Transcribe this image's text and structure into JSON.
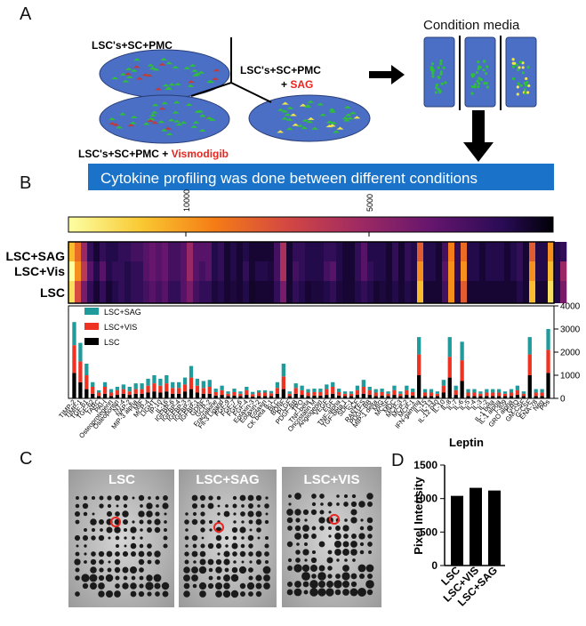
{
  "panels": {
    "a": "A",
    "b": "B",
    "c": "C",
    "d": "D"
  },
  "panel_a": {
    "dish_top_left": "LSC's+SC+PMC",
    "dish_right_line1": "LSC's+SC+PMC",
    "dish_right_line2_prefix": "+ ",
    "dish_right_line2_drug": "SAG",
    "dish_bottom_prefix": "LSC's+SC+PMC + ",
    "dish_bottom_drug": "Vismodigib",
    "condition_media": "Condition media",
    "banner": "Cytokine profiling was done between different conditions",
    "drug_color": "#e8261f",
    "banner_color": "#1a73c8",
    "dish_color": "#4a6fc4"
  },
  "panel_b": {
    "colorbar_ticks": [
      "10000",
      "5000"
    ],
    "heatmap_rows": [
      "LSC+SAG",
      "LSC+Vis",
      "LSC"
    ],
    "legend": [
      {
        "name": "LSC+SAG",
        "color": "#1f9b9b"
      },
      {
        "name": "LSC+VIS",
        "color": "#ee3322"
      },
      {
        "name": "LSC",
        "color": "#000000"
      }
    ],
    "highlight_label": "Leptin"
  },
  "chart_data": [
    {
      "type": "bar",
      "stacked": true,
      "categories": [
        "TIMP-2",
        "TIMP-1",
        "TGF-b1",
        "TGF-b2",
        "TARC",
        "PAI-I",
        "Osteoprotegerin",
        "Osteopontin",
        "NT-4",
        "NAP-2",
        "MIP-3 alpha",
        "MIF",
        "MCP-4",
        "LIGHT",
        "IP-10",
        "IL-16",
        "IGFBP-6",
        "IGFBP-4",
        "IGFBP-3",
        "IGFBP-2",
        "IGFBP-1",
        "GDNF",
        "GCP-2",
        "Fractalkine",
        "Flt-3 Ligand",
        "FGF-9",
        "FGF-7",
        "FGF-6",
        "FGF-4",
        "Eotaxin-3",
        "Eotaxin-2",
        "Eotaxin",
        "CK beta 8-1",
        "BLC",
        "BDNF",
        "PLGF",
        "PDGF-BB",
        "TPO",
        "TNF-beta",
        "Oncostatin M",
        "Angiogenin",
        "VEGF",
        "EGF",
        "TNF-alpha",
        "TGF-beta 1",
        "SDF-1",
        "SCF",
        "RANTES",
        "PDGF-BB",
        "MIP-1 delta",
        "MIG",
        "MCSF",
        "MDC",
        "MCP-3",
        "MCP-2",
        "MCP-1",
        "IFN-gamma",
        "IL-15",
        "IL-13",
        "IL-12 p40",
        "IL-10",
        "IL-8",
        "IL-7",
        "IL-6",
        "IL-5",
        "IL-4",
        "IL-3",
        "IL-2",
        "IL-1 beta",
        "IL-1 alpha",
        "I-309",
        "GRO alpha",
        "GRO",
        "GM-CSF",
        "G-CSF",
        "ENA-78",
        "Neg",
        "Pos"
      ],
      "series": [
        {
          "name": "LSC",
          "values": [
            1100,
            700,
            400,
            200,
            100,
            200,
            100,
            150,
            200,
            150,
            200,
            200,
            250,
            300,
            250,
            300,
            200,
            200,
            300,
            400,
            250,
            200,
            200,
            120,
            150,
            100,
            120,
            100,
            150,
            80,
            100,
            100,
            100,
            200,
            400,
            100,
            200,
            150,
            100,
            120,
            120,
            150,
            200,
            120,
            100,
            100,
            150,
            200,
            150,
            100,
            120,
            100,
            150,
            100,
            150,
            120,
            1000,
            100,
            100,
            100,
            250,
            900,
            150,
            750,
            100,
            100,
            100,
            100,
            100,
            100,
            100,
            100,
            150,
            100,
            1000,
            100,
            100,
            1100,
            150,
            400
          ]
        },
        {
          "name": "LSC+VIS",
          "values": [
            1200,
            900,
            600,
            300,
            150,
            300,
            150,
            200,
            200,
            150,
            200,
            200,
            300,
            350,
            300,
            350,
            250,
            250,
            300,
            500,
            300,
            250,
            300,
            150,
            200,
            100,
            150,
            100,
            200,
            100,
            150,
            150,
            120,
            250,
            550,
            100,
            250,
            200,
            150,
            150,
            150,
            250,
            300,
            150,
            100,
            100,
            200,
            300,
            200,
            150,
            150,
            100,
            200,
            100,
            200,
            150,
            900,
            150,
            150,
            100,
            300,
            900,
            200,
            900,
            150,
            150,
            100,
            150,
            150,
            150,
            100,
            150,
            200,
            100,
            900,
            150,
            150,
            1000,
            150,
            500
          ]
        },
        {
          "name": "LSC+SAG",
          "values": [
            1000,
            800,
            500,
            200,
            100,
            200,
            150,
            150,
            200,
            200,
            250,
            250,
            300,
            350,
            300,
            350,
            250,
            250,
            300,
            500,
            300,
            300,
            300,
            150,
            200,
            100,
            150,
            100,
            150,
            100,
            100,
            100,
            100,
            250,
            550,
            100,
            200,
            200,
            150,
            150,
            150,
            200,
            200,
            150,
            100,
            100,
            200,
            300,
            150,
            150,
            150,
            100,
            200,
            100,
            200,
            150,
            750,
            150,
            150,
            100,
            250,
            850,
            200,
            800,
            150,
            150,
            100,
            150,
            150,
            150,
            100,
            150,
            200,
            100,
            750,
            150,
            150,
            900,
            150,
            200
          ]
        }
      ],
      "ylim": [
        0,
        4000
      ],
      "yticks": [
        0,
        1000,
        2000,
        3000,
        4000
      ]
    },
    {
      "type": "bar",
      "categories": [
        "LSC",
        "LSC+VIS",
        "LSC+SAG"
      ],
      "values": [
        1040,
        1160,
        1120
      ],
      "ylabel": "Pixel Intensity",
      "ylim": [
        0,
        1500
      ],
      "yticks": [
        0,
        500,
        1000,
        1500
      ]
    }
  ],
  "panel_c": {
    "membranes": [
      "LSC",
      "LSC+SAG",
      "LSC+VIS"
    ]
  }
}
